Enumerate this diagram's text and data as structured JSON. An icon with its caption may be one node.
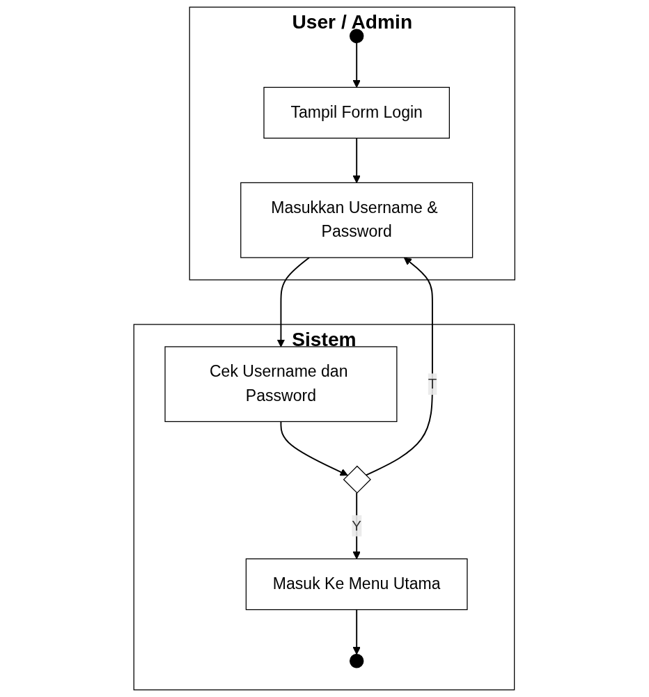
{
  "diagram": {
    "nodes": [
      {
        "text": [
          "User / Admin"
        ]
      },
      {
        "text": [],
        "shape": "circle",
        "in": 0
      },
      {
        "text": [
          "Tampil Form Login"
        ],
        "in": 0
      },
      {
        "text": [
          "Masukkan Username & Password"
        ],
        "in": 0
      },
      {
        "text": [
          "Sistem"
        ]
      },
      {
        "text": [
          "Cek Username dan Password"
        ],
        "in": 4
      },
      {
        "text": [],
        "shape": "diamond",
        "in": 4
      },
      {
        "text": [
          "Masuk Ke Menu Utama"
        ],
        "in": 4
      },
      {
        "text": [],
        "shape": "circle",
        "in": 4
      }
    ],
    "edges": [
      {
        "from": 1,
        "to": 2,
        "arrow": "to"
      },
      {
        "from": 2,
        "to": 3,
        "arrow": "to"
      },
      {
        "from": 3,
        "to": 5,
        "arrow": "to"
      },
      {
        "from": 5,
        "to": 6,
        "arrow": "to"
      },
      {
        "from": 6,
        "to": 3,
        "label": "T",
        "arrow": "to"
      },
      {
        "from": 6,
        "to": 7,
        "label": "Y",
        "arrow": "to"
      },
      {
        "from": 7,
        "to": 8,
        "arrow": "to"
      }
    ]
  }
}
